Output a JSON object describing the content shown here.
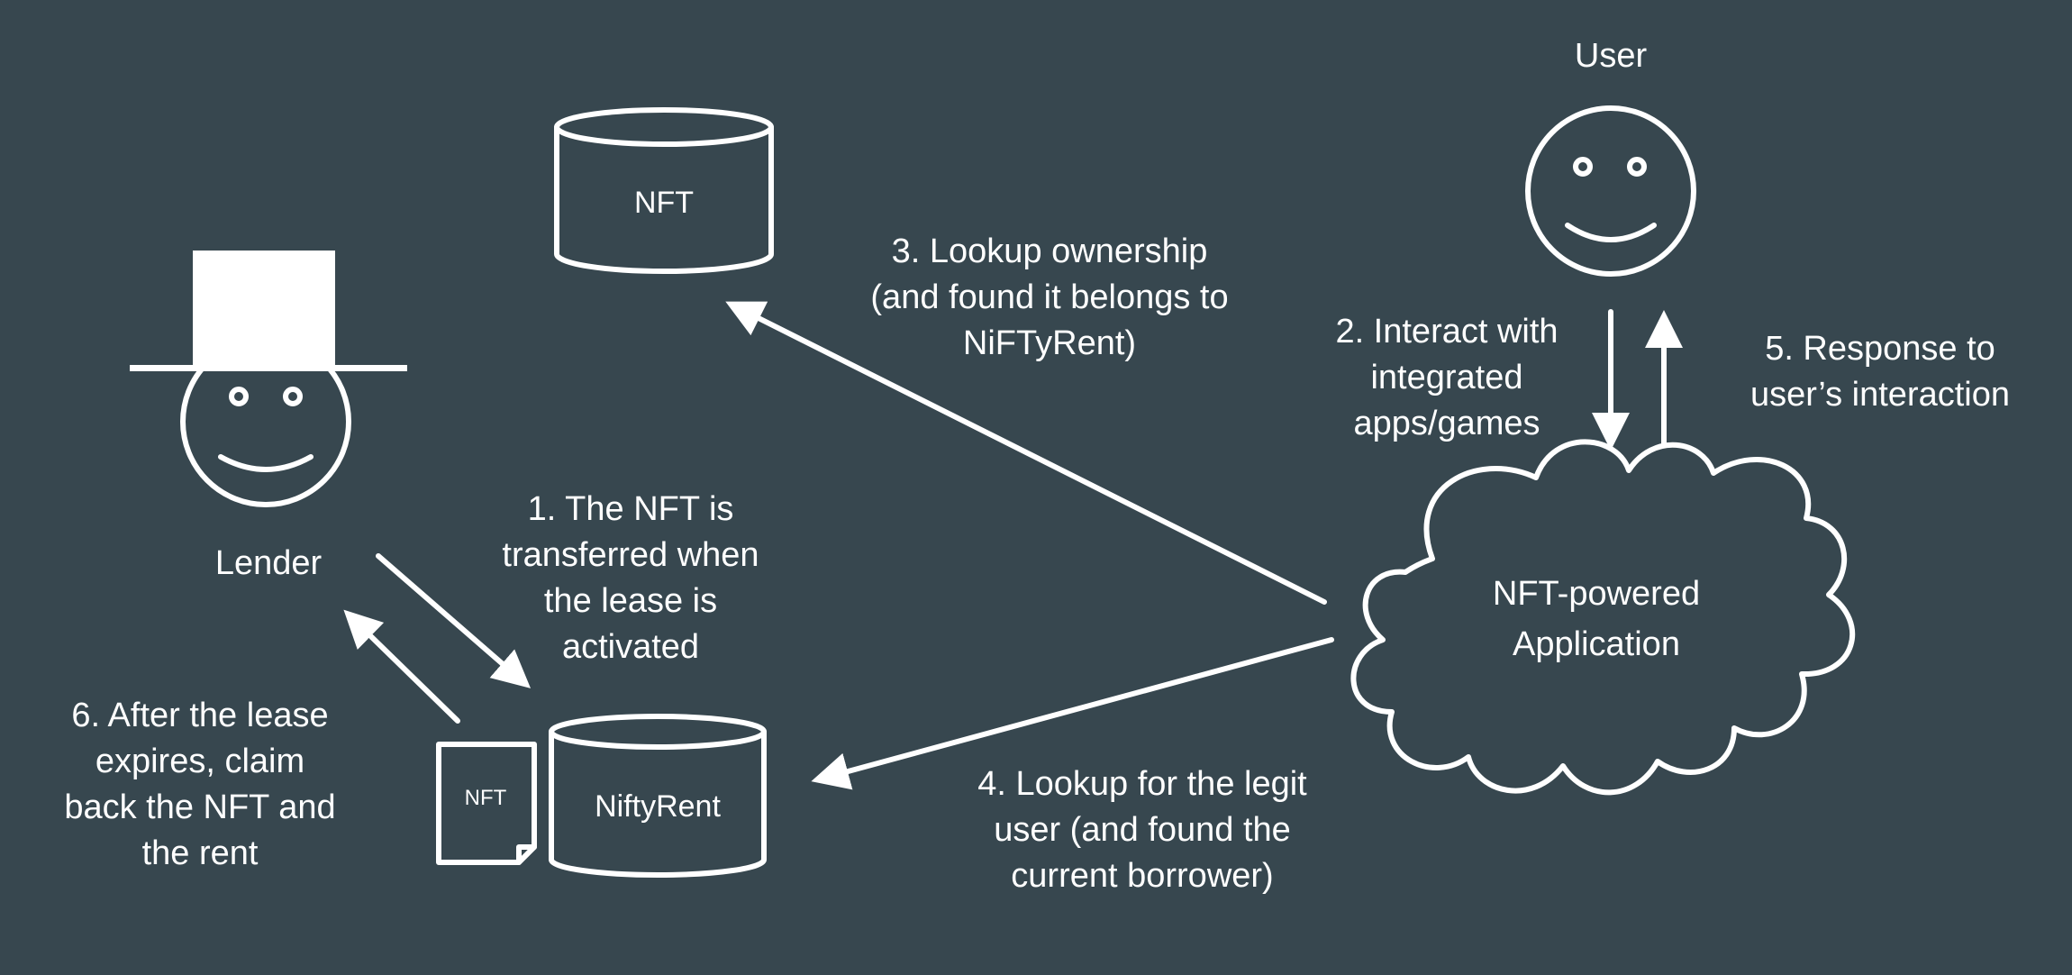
{
  "nodes": {
    "user_label": "User",
    "lender_label": "Lender",
    "nft_db_label": "NFT",
    "niftyrent_db_label": "NiftyRent",
    "nft_doc_label": "NFT",
    "app_label": [
      "NFT-powered",
      "Application"
    ]
  },
  "steps": {
    "step1": [
      "1. The NFT is",
      "transferred when",
      "the lease is",
      "activated"
    ],
    "step2": [
      "2. Interact with",
      "integrated",
      "apps/games"
    ],
    "step3": [
      "3. Lookup ownership",
      "(and found it belongs to",
      "NiFTyRent)"
    ],
    "step4": [
      "4. Lookup for the legit",
      "user (and found the",
      "current borrower)"
    ],
    "step5": [
      "5. Response to",
      "user’s interaction"
    ],
    "step6": [
      "6. After the lease",
      "expires, claim",
      "back the NFT and",
      "the rent"
    ]
  },
  "colors": {
    "background": "#37474f",
    "foreground": "#ffffff"
  }
}
